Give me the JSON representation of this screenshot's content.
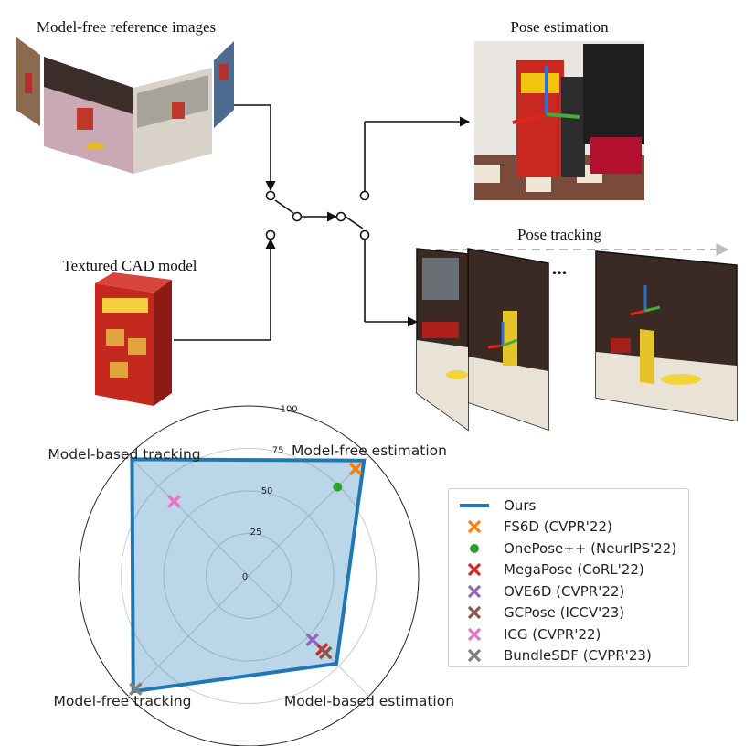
{
  "labels": {
    "reference_images": "Model-free reference images",
    "cad_model": "Textured CAD model",
    "pose_estimation": "Pose estimation",
    "pose_tracking": "Pose tracking",
    "ellipsis": "..."
  },
  "chart_data": {
    "type": "radar",
    "axes": [
      "Model-free estimation",
      "Model-based tracking",
      "Model-free tracking",
      "Model-based estimation"
    ],
    "radial_ticks": [
      "0",
      "25",
      "50",
      "75",
      "100"
    ],
    "rlim": [
      0,
      100
    ],
    "grid": true,
    "legend_position": "right",
    "series": [
      {
        "name": "Ours",
        "kind": "area",
        "color": "#1f77b4",
        "values": [
          96,
          97,
          96,
          73
        ]
      },
      {
        "name": "FS6D (CVPR'22)",
        "kind": "marker",
        "marker": "x",
        "color": "#ff7f0e",
        "axis": "Model-free estimation",
        "value": 89
      },
      {
        "name": "OnePose++ (NeurIPS'22)",
        "kind": "marker",
        "marker": "o",
        "color": "#2ca02c",
        "axis": "Model-free estimation",
        "value": 74
      },
      {
        "name": "MegaPose (CoRL'22)",
        "kind": "marker",
        "marker": "x",
        "color": "#d62728",
        "axis": "Model-based estimation",
        "value": 61
      },
      {
        "name": "OVE6D (CVPR'22)",
        "kind": "marker",
        "marker": "x",
        "color": "#9467bd",
        "axis": "Model-based estimation",
        "value": 53
      },
      {
        "name": "GCPose (ICCV'23)",
        "kind": "marker",
        "marker": "x",
        "color": "#8c564b",
        "axis": "Model-based estimation",
        "value": 64
      },
      {
        "name": "ICG (CVPR'22)",
        "kind": "marker",
        "marker": "x",
        "color": "#e377c2",
        "axis": "Model-based tracking",
        "value": 62
      },
      {
        "name": "BundleSDF (CVPR'23)",
        "kind": "marker",
        "marker": "x",
        "color": "#7f7f7f",
        "axis": "Model-free tracking",
        "value": 94
      }
    ]
  }
}
